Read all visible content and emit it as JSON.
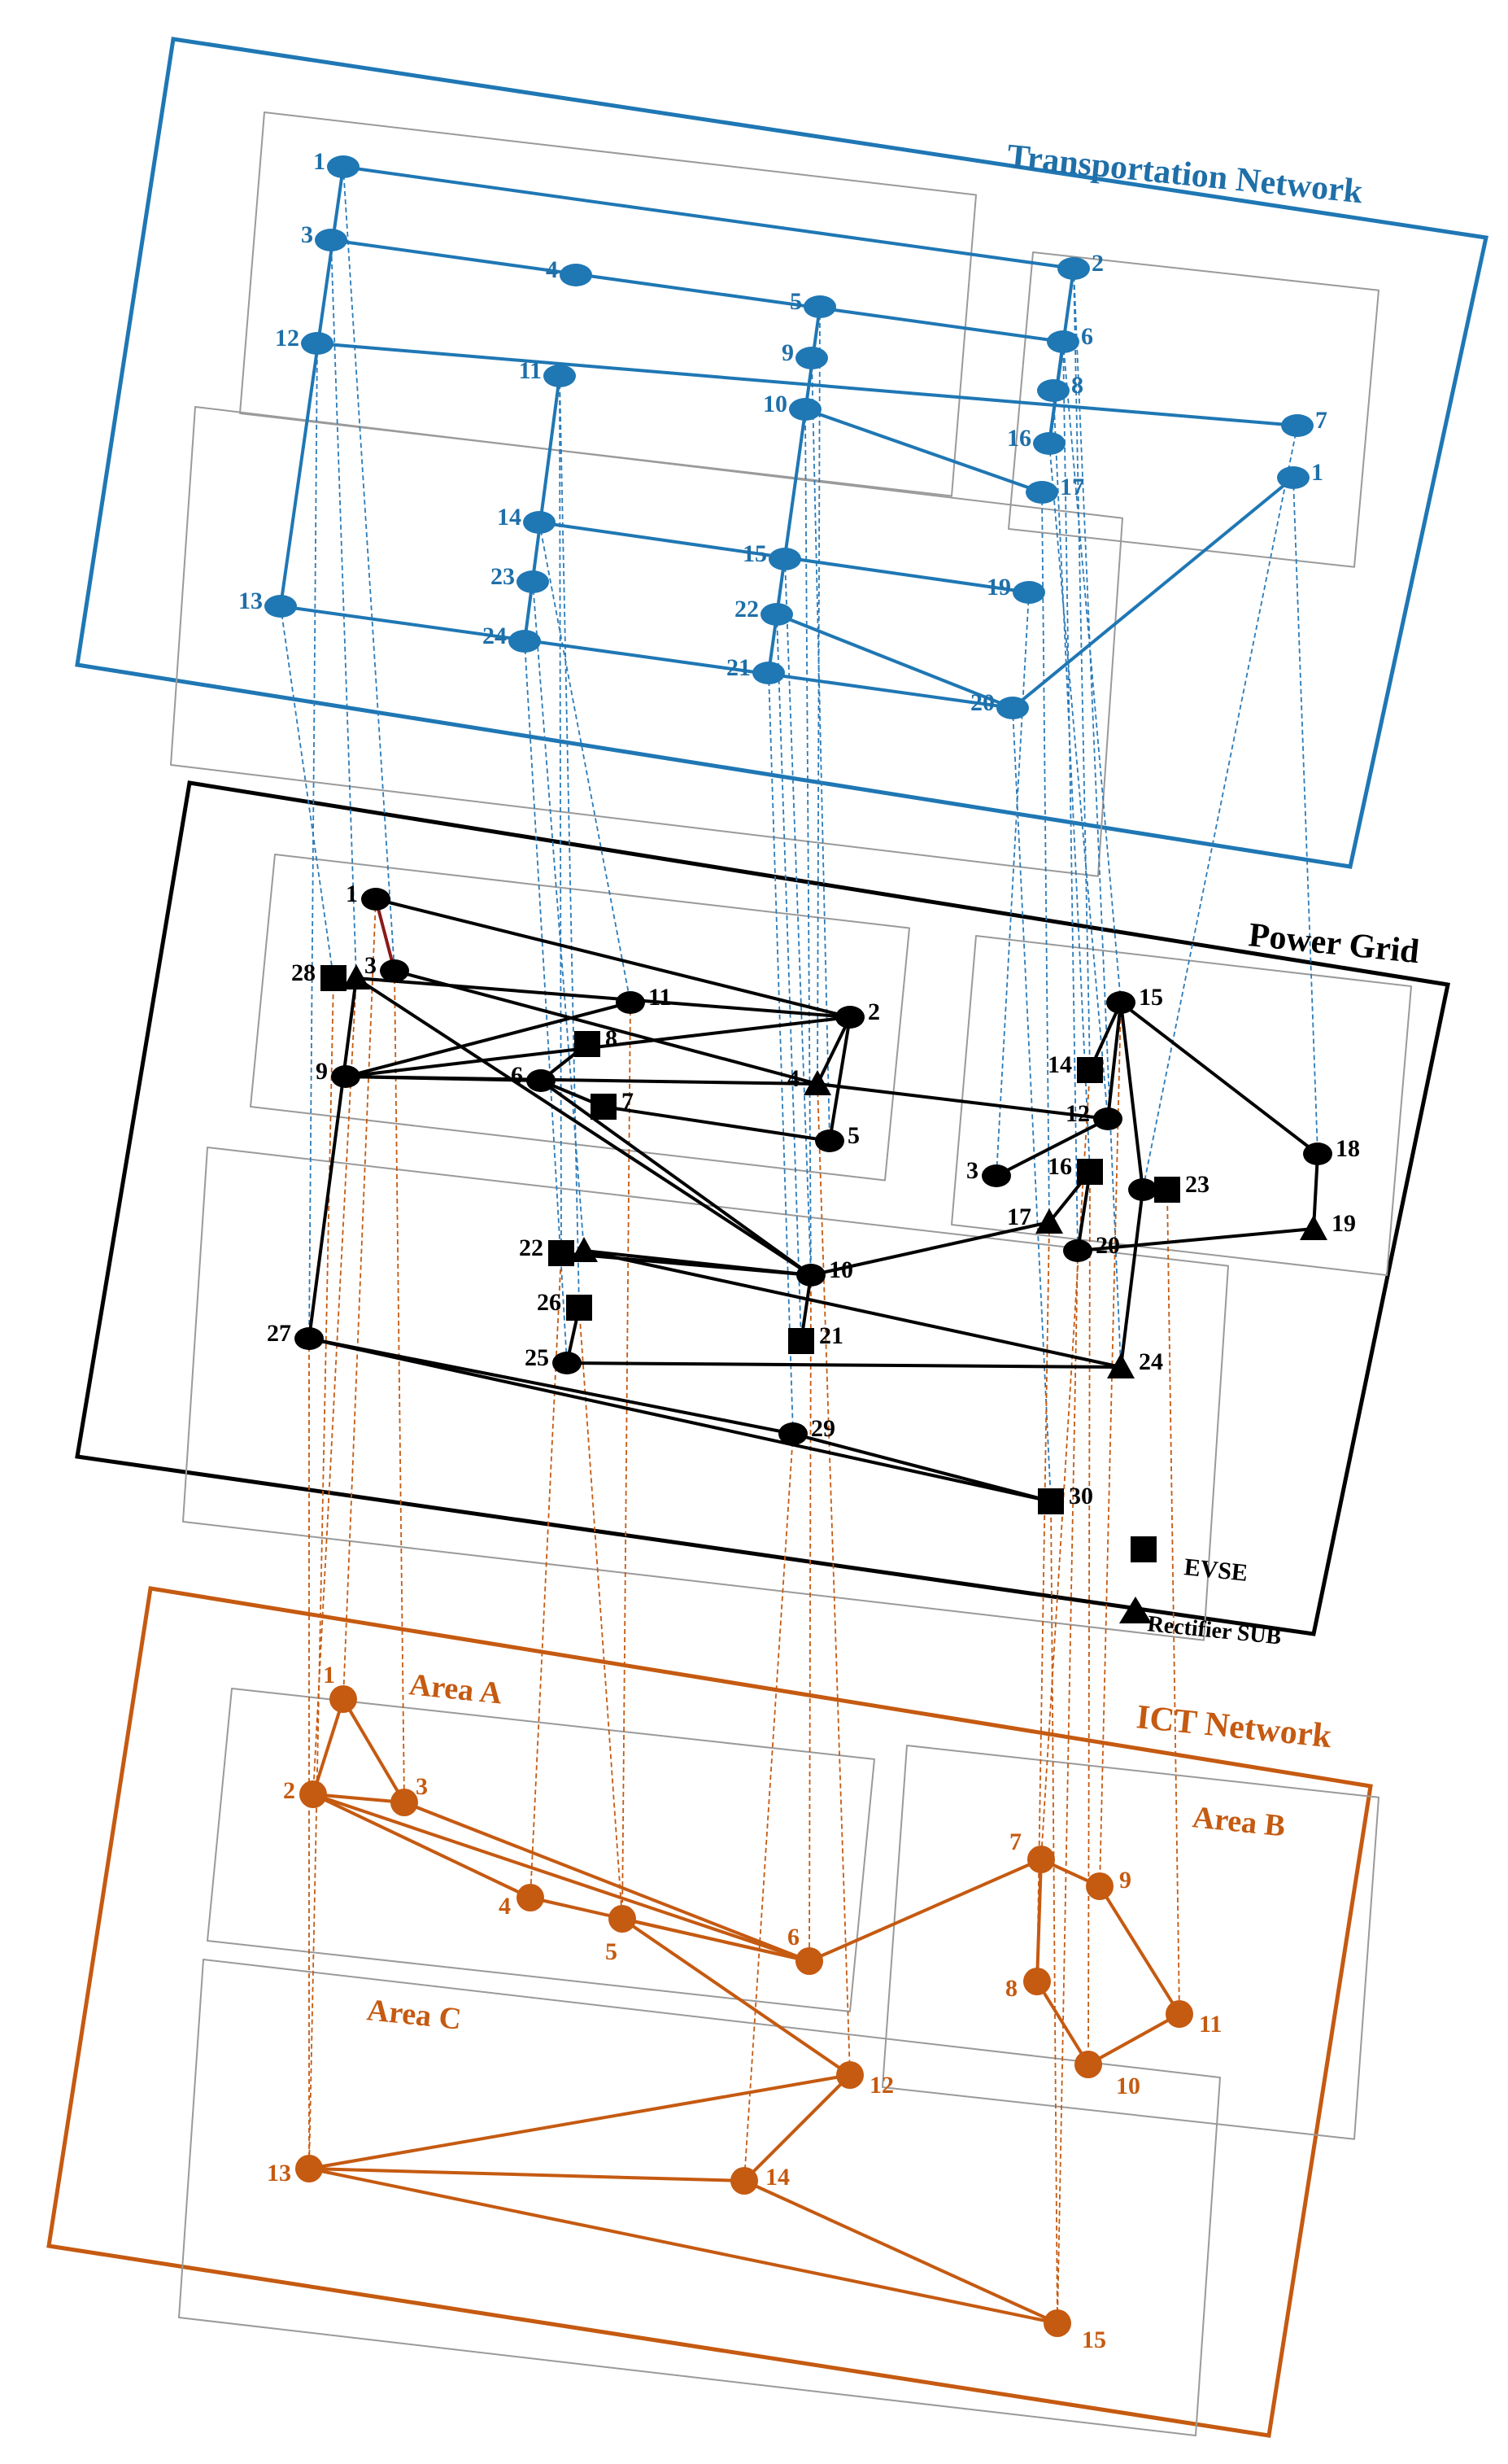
{
  "layers": {
    "transport": {
      "title": "Transportation Network",
      "color": "#1f77b4",
      "nodes": [
        "1",
        "2",
        "3",
        "4",
        "5",
        "6",
        "7",
        "8",
        "9",
        "10",
        "11",
        "12",
        "13",
        "14",
        "15",
        "16",
        "17",
        "19",
        "20",
        "21",
        "22",
        "23",
        "24",
        "1"
      ]
    },
    "power": {
      "title": "Power Grid",
      "color": "#000000",
      "nodes": [
        "1",
        "2",
        "3",
        "4",
        "5",
        "6",
        "7",
        "8",
        "9",
        "10",
        "11",
        "12",
        "14",
        "15",
        "16",
        "17",
        "18",
        "19",
        "20",
        "21",
        "22",
        "23",
        "24",
        "25",
        "26",
        "27",
        "28",
        "29",
        "30"
      ]
    },
    "ict": {
      "title": "ICT Network",
      "color": "#c55a11",
      "areas": [
        "Area A",
        "Area B",
        "Area C"
      ],
      "nodes": [
        "1",
        "2",
        "3",
        "4",
        "5",
        "6",
        "7",
        "8",
        "9",
        "10",
        "11",
        "12",
        "13",
        "14",
        "15"
      ]
    }
  },
  "legend": {
    "evse": "EVSE",
    "rectifier": "Rectifier SUB"
  }
}
